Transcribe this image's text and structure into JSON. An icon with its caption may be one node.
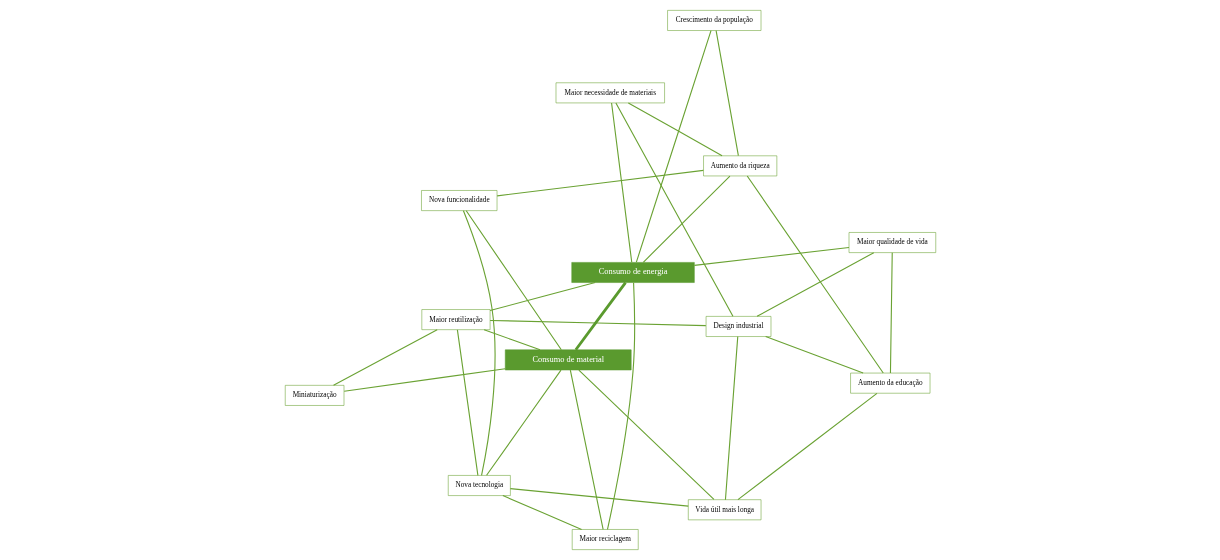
{
  "diagram": {
    "nodes": [
      {
        "text": [
          "Nova tecnologia"
        ]
      },
      {
        "text": [
          "Design industrial"
        ]
      },
      {
        "text": [
          "Vida útil mais longa"
        ]
      },
      {
        "text": [
          "Maior reutilização"
        ]
      },
      {
        "text": [
          "Maior necessidade de materiais"
        ]
      },
      {
        "text": [
          "Maior qualidade de vida"
        ]
      },
      {
        "text": [
          "Miniaturização"
        ]
      },
      {
        "text": [
          "Consumo de material"
        ]
      },
      {
        "text": [
          "Consumo de energia"
        ]
      },
      {
        "text": [
          "Aumento da educação"
        ]
      },
      {
        "text": [
          "Aumento da riqueza"
        ]
      },
      {
        "text": [
          "Nova funcionalidade"
        ]
      },
      {
        "text": [
          "Maior reciclagem"
        ]
      },
      {
        "text": [
          "Crescimento da população"
        ]
      }
    ],
    "edges": [
      {
        "from": 7,
        "to": 8,
        "arrow": "none"
      },
      {
        "from": 0,
        "to": 2,
        "arrow": "none"
      },
      {
        "from": 0,
        "to": 3,
        "arrow": "none"
      },
      {
        "from": 0,
        "to": 11,
        "arrow": "none"
      },
      {
        "from": 0,
        "to": 12,
        "arrow": "none"
      },
      {
        "from": 0,
        "to": 7,
        "arrow": "none"
      },
      {
        "from": 1,
        "to": 2,
        "arrow": "none"
      },
      {
        "from": 1,
        "to": 3,
        "arrow": "none"
      },
      {
        "from": 1,
        "to": 4,
        "arrow": "none"
      },
      {
        "from": 1,
        "to": 5,
        "arrow": "none"
      },
      {
        "from": 1,
        "to": 9,
        "arrow": "none"
      },
      {
        "from": 2,
        "to": 7,
        "arrow": "none"
      },
      {
        "from": 2,
        "to": 9,
        "arrow": "none"
      },
      {
        "from": 3,
        "to": 7,
        "arrow": "none"
      },
      {
        "from": 3,
        "to": 8,
        "arrow": "none"
      },
      {
        "from": 4,
        "to": 8,
        "arrow": "none"
      },
      {
        "from": 4,
        "to": 10,
        "arrow": "none"
      },
      {
        "from": 5,
        "to": 9,
        "arrow": "none"
      },
      {
        "from": 5,
        "to": 8,
        "arrow": "none"
      },
      {
        "from": 6,
        "to": 7,
        "arrow": "none"
      },
      {
        "from": 6,
        "to": 3,
        "arrow": "none"
      },
      {
        "from": 9,
        "to": 10,
        "arrow": "none"
      },
      {
        "from": 10,
        "to": 8,
        "arrow": "none"
      },
      {
        "from": 10,
        "to": 13,
        "arrow": "none"
      },
      {
        "from": 11,
        "to": 7,
        "arrow": "none"
      },
      {
        "from": 11,
        "to": 10,
        "arrow": "none"
      },
      {
        "from": 12,
        "to": 7,
        "arrow": "none"
      },
      {
        "from": 12,
        "to": 8,
        "arrow": "none"
      },
      {
        "from": 13,
        "to": 8,
        "arrow": "none"
      }
    ]
  }
}
